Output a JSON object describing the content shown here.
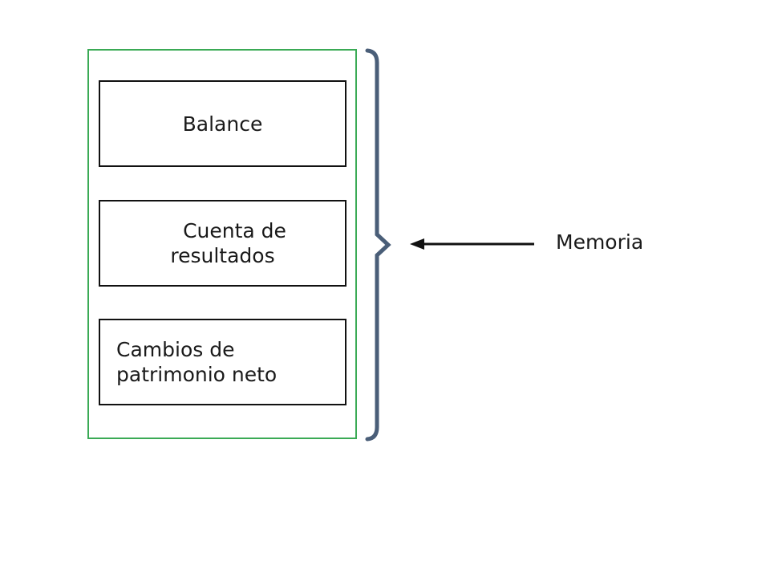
{
  "statements": [
    {
      "lines": [
        "Balance"
      ]
    },
    {
      "lines": [
        "Cuenta de",
        "resultados"
      ]
    },
    {
      "lines": [
        "Cambios de",
        "patrimonio neto"
      ]
    }
  ],
  "annotation": {
    "label": "Memoria"
  },
  "colors": {
    "container_border": "#3aaa55",
    "box_border": "#111111",
    "brace": "#4a5e78",
    "arrow": "#111111"
  }
}
